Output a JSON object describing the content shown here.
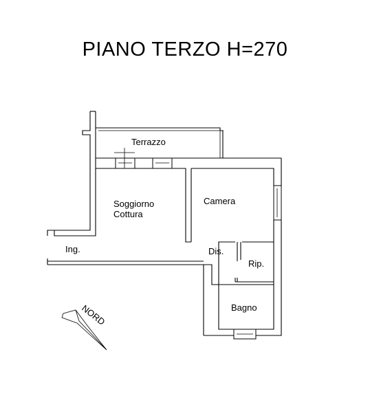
{
  "title": "PIANO TERZO H=270",
  "rooms": {
    "terrazzo": "Terrazzo",
    "soggiorno_line1": "Soggiorno",
    "soggiorno_line2": "Cottura",
    "camera": "Camera",
    "ingresso": "Ing.",
    "disimpegno": "Dis.",
    "ripostiglio": "Rip.",
    "bagno": "Bagno"
  },
  "compass": {
    "label": "NORD"
  }
}
